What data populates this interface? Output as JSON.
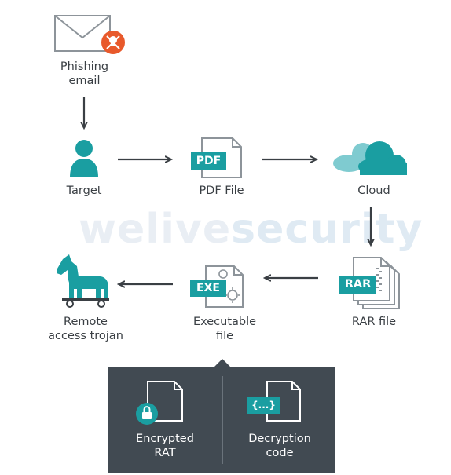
{
  "nodes": {
    "phishing": {
      "label": "Phishing\nemail"
    },
    "target": {
      "label": "Target"
    },
    "pdf": {
      "label": "PDF File",
      "badge": "PDF"
    },
    "cloud": {
      "label": "Cloud"
    },
    "rar": {
      "label": "RAR file",
      "badge": "RAR"
    },
    "exe": {
      "label": "Executable\nfile",
      "badge": "EXE"
    },
    "trojan": {
      "label": "Remote\naccess trojan"
    }
  },
  "panel": {
    "encrypted": {
      "label": "Encrypted\nRAT"
    },
    "decryption": {
      "label": "Decryption\ncode",
      "badge": "{...}"
    }
  },
  "watermark": {
    "part1": "welive",
    "part2": "security"
  },
  "colors": {
    "teal": "#1a9ea1",
    "orange": "#e8592b",
    "dark": "#3a3f44",
    "panel": "#414a52",
    "cloud_light": "#7fcbd0"
  }
}
